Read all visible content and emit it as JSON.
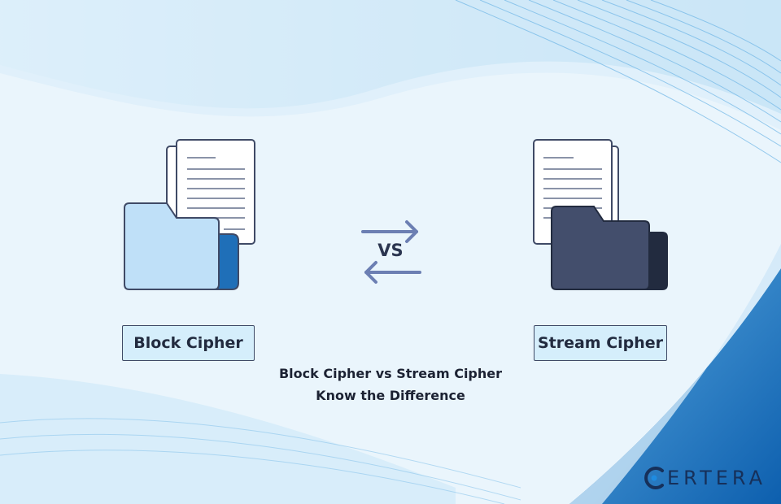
{
  "left_label": "Block Cipher",
  "right_label": "Stream Cipher",
  "vs_text": "VS",
  "caption_line1": "Block Cipher vs Stream Cipher",
  "caption_line2": "Know the Difference",
  "brand": "ERTERA",
  "colors": {
    "background": "#eaf5fc",
    "accent_blue": "#1f6fb8",
    "dark_folder": "#434e6c",
    "light_folder": "#bfe0f8",
    "outline": "#3f4a66"
  },
  "icons": {
    "left": "light-folder-with-documents-icon",
    "right": "dark-folder-with-documents-icon",
    "center": "swap-arrows-icon",
    "logo": "certera-logo-c-icon"
  }
}
